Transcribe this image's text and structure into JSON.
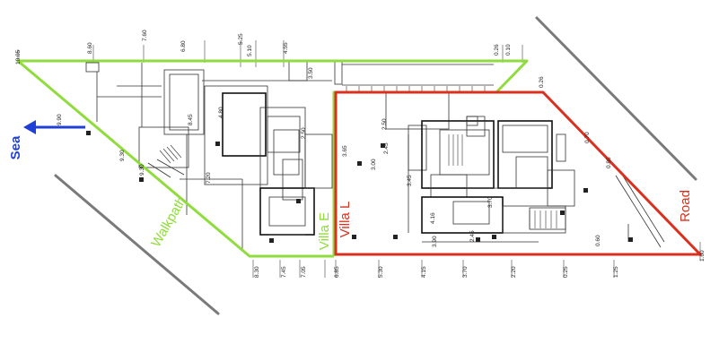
{
  "labels": {
    "sea": "Sea",
    "walkpath": "Walkpath",
    "villa_e": "Villa E",
    "villa_l": "Villa L",
    "road": "Road"
  },
  "colors": {
    "villa_e_outline": "#8fdc3c",
    "villa_l_outline": "#d9301f",
    "sea_arrow": "#1f3fd6",
    "boundary_lines": "#7a7a7a"
  },
  "level_labels": {
    "top": [
      "10.05",
      "8.60",
      "7.60",
      "6.80",
      "5.25",
      "5.10",
      "4.55",
      "0.26",
      "0.10",
      "0.26"
    ],
    "bottom": [
      "8.30",
      "7.45",
      "7.05",
      "6.85",
      "5.30",
      "4.15",
      "3.70",
      "2.20",
      "0.25",
      "1.25",
      "1.60"
    ],
    "interior": [
      "9.90",
      "9.30",
      "9.30",
      "8.45",
      "7.20",
      "4.80",
      "3.50",
      "2.50",
      "2.45",
      "3.00",
      "3.65",
      "3.45",
      "3.90",
      "2.45",
      "3.70",
      "4.16",
      "0.70",
      "0.85",
      "0.60",
      "2.50"
    ]
  },
  "icons": {
    "sea_arrow": "left-arrow-icon",
    "north_ticks": "level-marker-icon"
  }
}
